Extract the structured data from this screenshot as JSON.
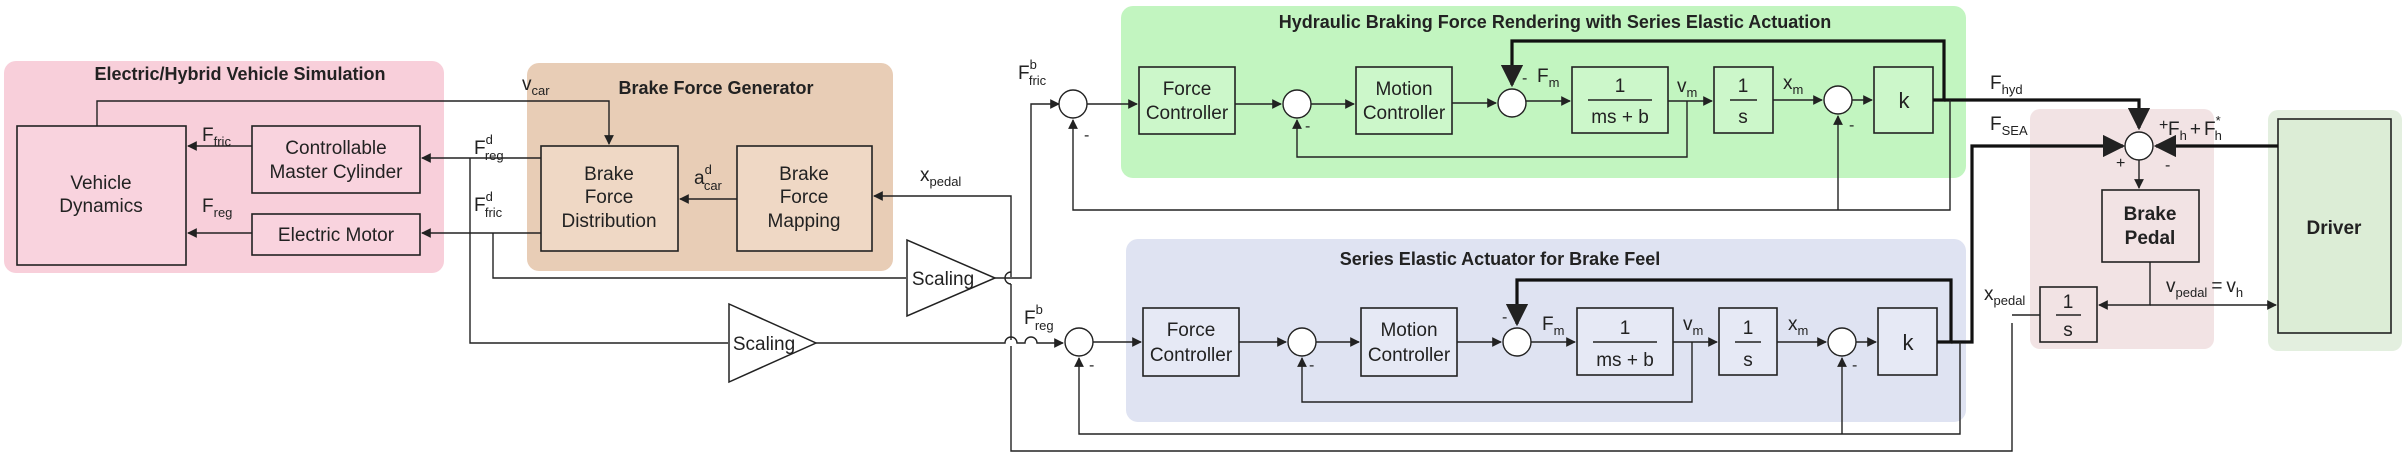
{
  "colors": {
    "ev_region": "#f8cfda",
    "ev_block": "#f9d3de",
    "generator_region": "#e8cdb6",
    "generator_block": "#efd8c5",
    "hydraulic_region": "#c2f5c0",
    "hydraulic_block": "#ccf7ca",
    "sea_region": "#dfe3f2",
    "sea_block": "#e6e9f5",
    "pedal_region": "#f2e3e4",
    "driver_region": "#e3efdf",
    "driver_block": "#dcedd6"
  },
  "regions": {
    "ev_title": "Electric/Hybrid Vehicle Simulation",
    "generator_title": "Brake Force Generator",
    "hydraulic_title": "Hydraulic Braking Force Rendering with Series Elastic Actuation",
    "sea_title": "Series Elastic Actuator for Brake Feel"
  },
  "blocks": {
    "vehicle_dynamics": [
      "Vehicle",
      "Dynamics"
    ],
    "master_cylinder": [
      "Controllable",
      "Master Cylinder"
    ],
    "electric_motor": "Electric Motor",
    "distribution": [
      "Brake",
      "Force",
      "Distribution"
    ],
    "mapping": [
      "Brake",
      "Force",
      "Mapping"
    ],
    "scaling_top": "Scaling",
    "scaling_bottom": "Scaling",
    "force_controller": [
      "Force",
      "Controller"
    ],
    "motion_controller": [
      "Motion",
      "Controller"
    ],
    "tf_num": "1",
    "tf_den": "ms + b",
    "integrator_num": "1",
    "integrator_den": "s",
    "spring": "k",
    "brake_pedal": [
      "Brake",
      "Pedal"
    ],
    "driver": "Driver"
  },
  "signals": {
    "v_car": "v",
    "v_car_sub": "car",
    "f_fric_out": "F",
    "f_fric_out_sub": "fric",
    "f_reg_out": "F",
    "f_reg_out_sub": "reg",
    "f_reg_d": "F",
    "f_reg_d_sup": "d",
    "f_reg_d_sub": "reg",
    "f_fric_d": "F",
    "f_fric_d_sup": "d",
    "f_fric_d_sub": "fric",
    "a_car_d": "a",
    "a_car_d_sup": "d",
    "a_car_d_sub": "car",
    "x_pedal": "x",
    "x_pedal_sub": "pedal",
    "f_fric_b": "F",
    "f_fric_b_sup": "b",
    "f_fric_b_sub": "fric",
    "f_reg_b": "F",
    "f_reg_b_sup": "b",
    "f_reg_b_sub": "reg",
    "f_m": "F",
    "f_m_sub": "m",
    "v_m": "v",
    "v_m_sub": "m",
    "x_m": "x",
    "x_m_sub": "m",
    "f_hyd": "F",
    "f_hyd_sub": "hyd",
    "f_sea": "F",
    "f_sea_sub": "SEA",
    "f_h": "F",
    "f_h_sub": "h",
    "f_plus": "+",
    "f_h_star": "F",
    "f_h_star_sub": "h",
    "f_h_star_sup": "*",
    "x_pedal_right": "x",
    "x_pedal_right_sub": "pedal",
    "v_pedal": "v",
    "v_pedal_sub": "pedal",
    "equals": "=",
    "v_h": "v",
    "v_h_sub": "h"
  },
  "signs": {
    "plus": "+",
    "minus": "-"
  }
}
